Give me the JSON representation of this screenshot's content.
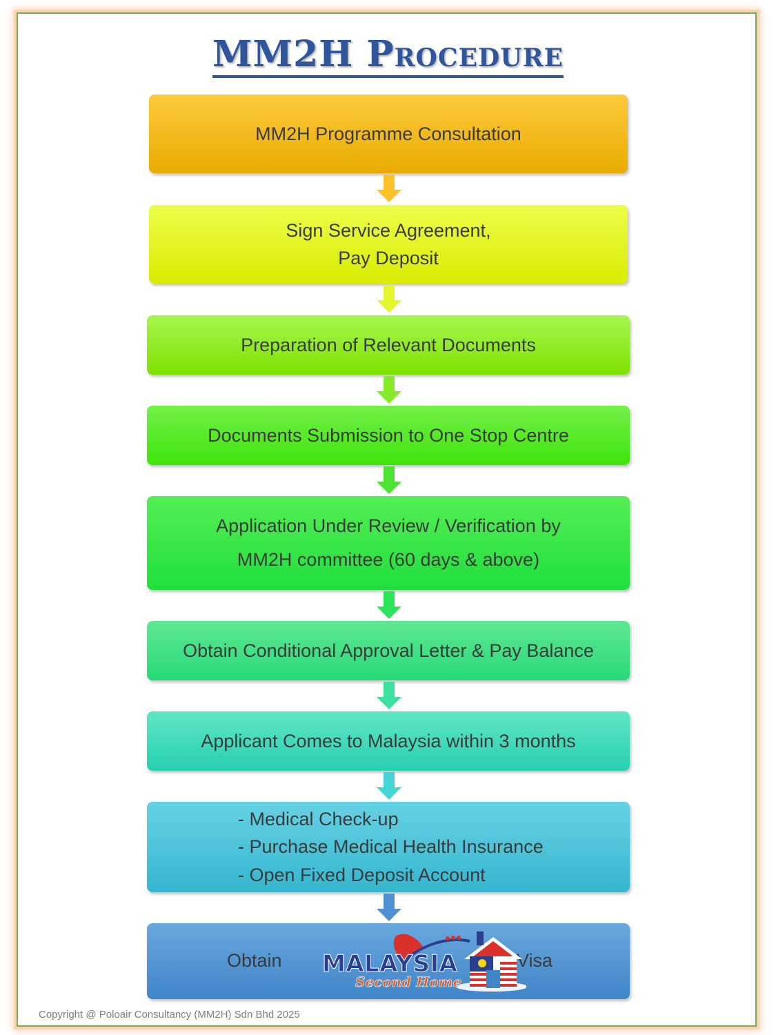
{
  "title": "MM2H Procedure",
  "steps": [
    {
      "label": "MM2H Programme Consultation",
      "color_top": "#fdc93c",
      "color_bottom": "#e8ac00"
    },
    {
      "label": "Sign Service Agreement,\nPay Deposit",
      "color_top": "#ecfd4a",
      "color_bottom": "#d9ec00"
    },
    {
      "label": "Preparation of Relevant Documents",
      "color_top": "#a7f64f",
      "color_bottom": "#7de200"
    },
    {
      "label": "Documents Submission to One Stop Centre",
      "color_top": "#74f049",
      "color_bottom": "#3de40b"
    },
    {
      "label": "Application Under Review / Verification by\nMM2H committee  (60 days & above)",
      "color_top": "#55ee55",
      "color_bottom": "#1fdf3c"
    },
    {
      "label": "Obtain Conditional Approval Letter & Pay Balance",
      "color_top": "#5fe891",
      "color_bottom": "#27d978"
    },
    {
      "label": "Applicant Comes to Malaysia within 3 months",
      "color_top": "#60e6c4",
      "color_bottom": "#27d0b0"
    },
    {
      "items": [
        "- Medical Check-up",
        "- Purchase Medical Health Insurance",
        "- Open Fixed Deposit Account"
      ],
      "color_top": "#66d2e4",
      "color_bottom": "#35b6cf"
    },
    {
      "label_before": "Obtain",
      "label_after": "Visa",
      "logo": {
        "main": "MALAYSIA",
        "sub": "Second Home"
      },
      "color_top": "#6aa8de",
      "color_bottom": "#3f85c8"
    }
  ],
  "arrow_colors": [
    "#fdc12a",
    "#e6f62c",
    "#86ea28",
    "#4de332",
    "#2de458",
    "#3ddf9e",
    "#45d5d7",
    "#4f8fd3"
  ],
  "footer": {
    "copyright": "Copyright @ Poloair Consultancy (MM2H) Sdn Bhd 2025"
  }
}
